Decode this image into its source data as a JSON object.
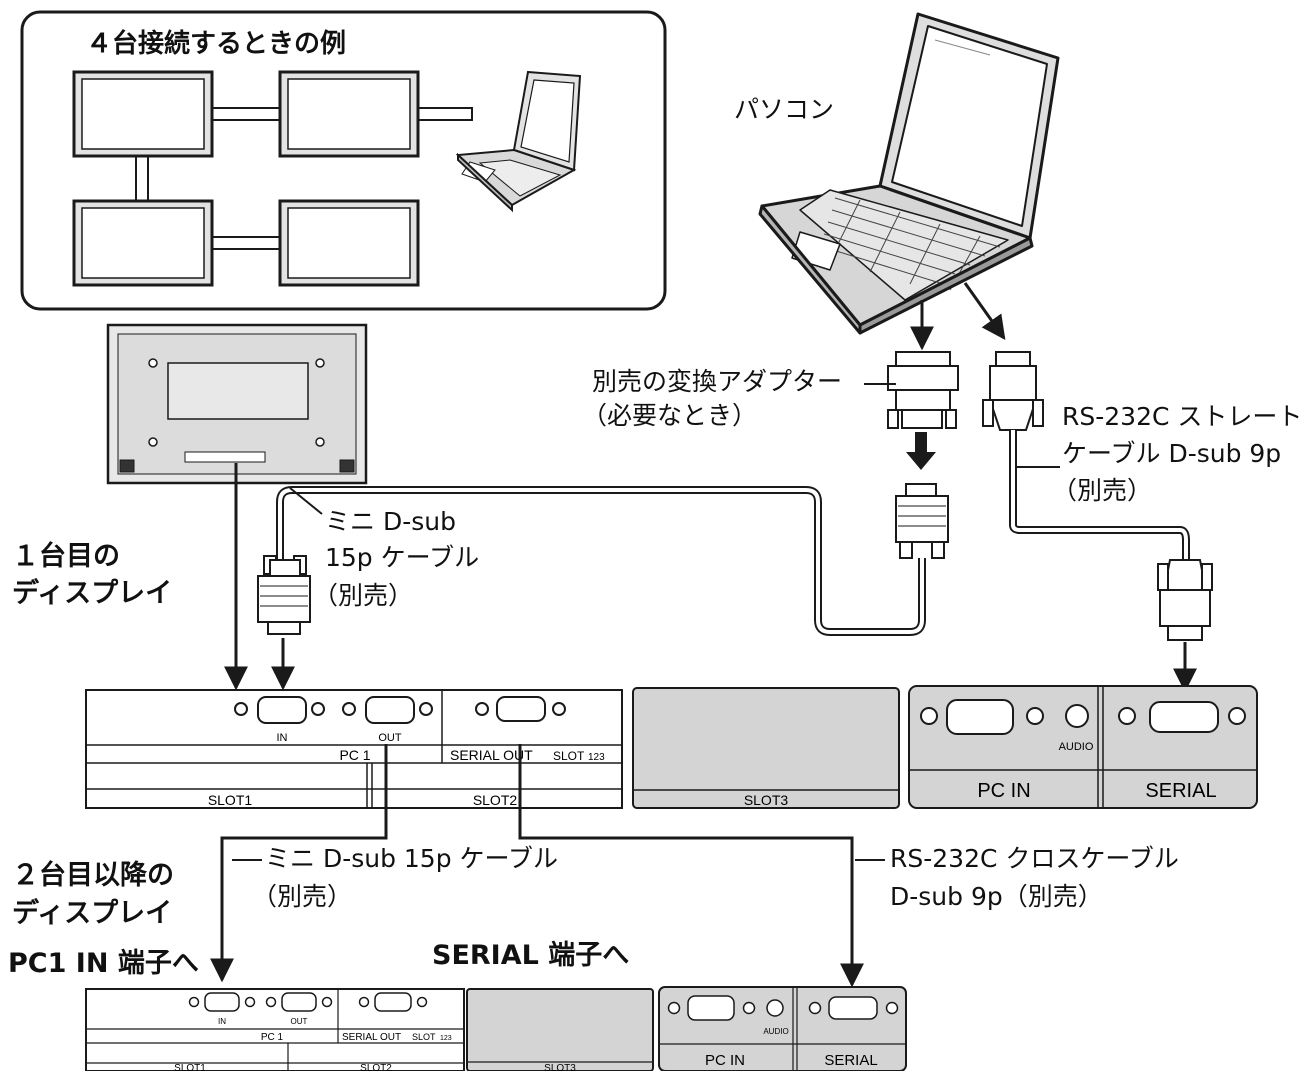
{
  "example_box": {
    "title": "４台接続するときの例"
  },
  "labels": {
    "pc": "パソコン",
    "adapter_line1": "別売の変換アダプター",
    "adapter_line2": "（必要なとき）",
    "rs232_straight_line1": "RS-232C ストレート",
    "rs232_straight_line2": "ケーブル D-sub 9p",
    "rs232_straight_line3": "（別売）",
    "mini_dsub_top_line1": "ミニ D-sub",
    "mini_dsub_top_line2": "15p ケーブル",
    "mini_dsub_top_line3": "（別売）",
    "first_display_line1": "１台目の",
    "first_display_line2": "ディスプレイ",
    "mini_dsub_bottom_line1": "ミニ D-sub 15p ケーブル",
    "mini_dsub_bottom_line2": "（別売）",
    "rs232_cross_line1": "RS-232C クロスケーブル",
    "rs232_cross_line2": "D-sub 9p（別売）",
    "second_display_line1": "２台目以降の",
    "second_display_line2": "ディスプレイ",
    "to_pc1_in": "PC1 IN 端子へ",
    "to_serial": "SERIAL 端子へ"
  },
  "panel": {
    "in": "IN",
    "out": "OUT",
    "pc1": "PC 1",
    "serial_out": "SERIAL OUT",
    "slot": "SLOT",
    "slot_numbers": "123",
    "slot1": "SLOT1",
    "slot2": "SLOT2",
    "slot3": "SLOT3",
    "audio": "AUDIO",
    "pc_in": "PC IN",
    "serial": "SERIAL"
  },
  "colors": {
    "line": "#1a1a1a",
    "panel_fill": "#ffffff",
    "slot3_fill": "#d4d4d4",
    "io_fill": "#d4d4d4"
  }
}
